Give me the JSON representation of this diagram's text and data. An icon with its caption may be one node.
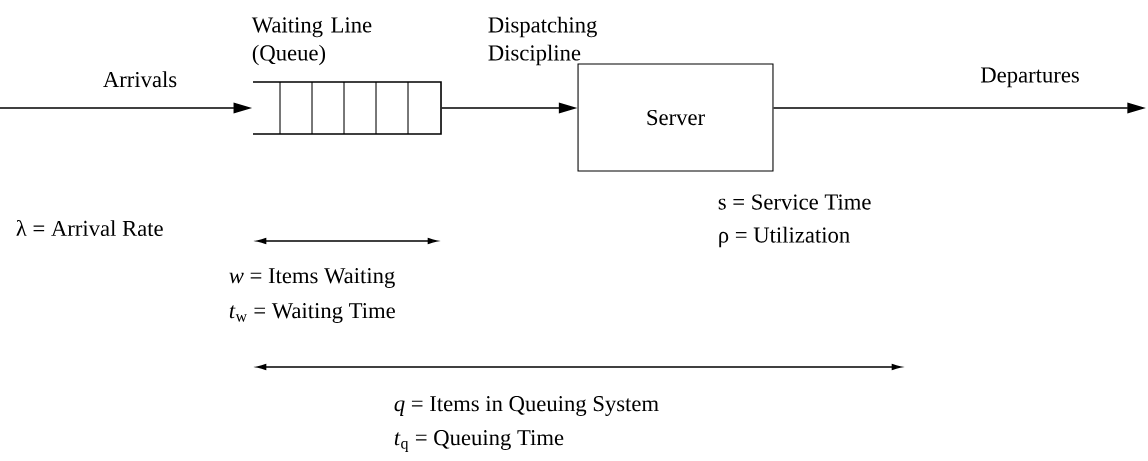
{
  "diagram": {
    "nodes": [
      {
        "text": [
          "Waiting Line (Queue)"
        ]
      },
      {
        "text": [
          "Server"
        ],
        "beside": [
          "s = Service Time",
          "ρ = Utilization"
        ]
      }
    ],
    "edges": [
      {
        "from": null,
        "to": 0,
        "arrow": "to",
        "label": "Arrivals"
      },
      {
        "from": 0,
        "to": 1,
        "arrow": "to",
        "label": "Dispatching Discipline"
      },
      {
        "from": 1,
        "to": null,
        "arrow": "to",
        "label": "Departures"
      }
    ],
    "labels": [
      "λ = Arrival Rate",
      "*w* = Items Waiting",
      "*t*$_{w}$ = Waiting Time",
      "*q* = Items in Queuing System",
      "*t*$_{q}$ = Queuing Time"
    ]
  }
}
